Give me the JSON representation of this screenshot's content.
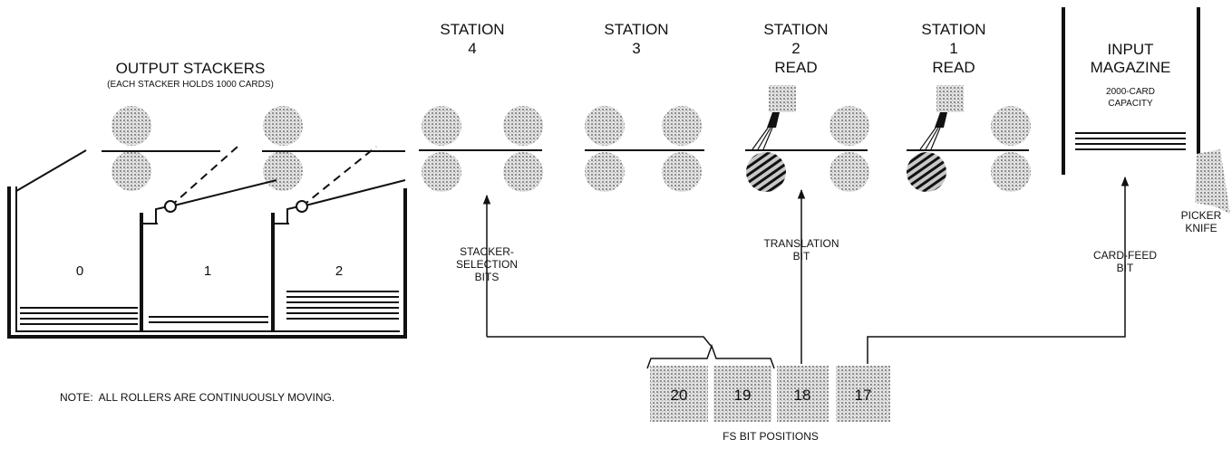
{
  "output_stackers": {
    "title": "OUTPUT STACKERS",
    "subtitle": "(EACH STACKER HOLDS 1000 CARDS)",
    "bins": [
      "0",
      "1",
      "2"
    ]
  },
  "stations": [
    {
      "line1": "STATION",
      "line2": "4",
      "line3": ""
    },
    {
      "line1": "STATION",
      "line2": "3",
      "line3": ""
    },
    {
      "line1": "STATION",
      "line2": "2",
      "line3": "READ"
    },
    {
      "line1": "STATION",
      "line2": "1",
      "line3": "READ"
    }
  ],
  "input_magazine": {
    "line1": "INPUT",
    "line2": "MAGAZINE",
    "capacity_line1": "2000-CARD",
    "capacity_line2": "CAPACITY"
  },
  "picker_knife": {
    "line1": "PICKER",
    "line2": "KNIFE"
  },
  "signals": {
    "stacker_selection": {
      "line1": "STACKER-",
      "line2": "SELECTION",
      "line3": "BITS"
    },
    "translation": {
      "line1": "TRANSLATION",
      "line2": "BIT"
    },
    "card_feed": {
      "line1": "CARD-FEED",
      "line2": "BIT"
    }
  },
  "fs_bits": {
    "positions": [
      "20",
      "19",
      "18",
      "17"
    ],
    "caption": "FS BIT POSITIONS"
  },
  "note": "NOTE:  ALL ROLLERS ARE CONTINUOUSLY MOVING."
}
